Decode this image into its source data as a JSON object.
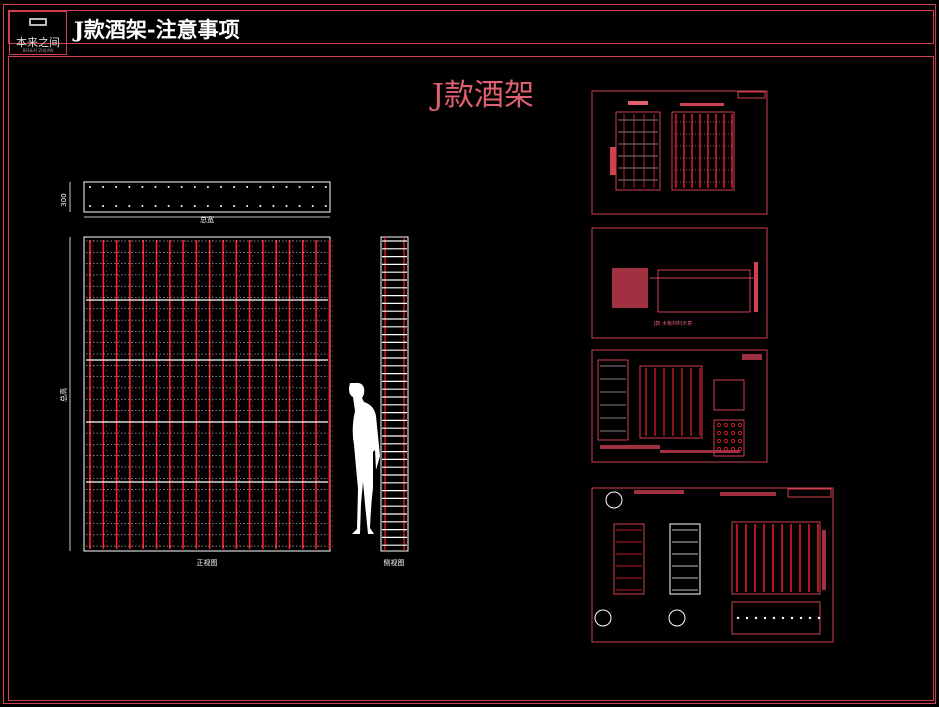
{
  "logo": {
    "name": "本来之间",
    "sub": "BENLAI ZHIJIAN"
  },
  "header": {
    "title": "J款酒架-注意事项"
  },
  "drawing": {
    "main_title": "J款酒架",
    "top_view_dim": "300",
    "width_dim": "总宽",
    "height_dim": "总高",
    "front_label": "正视图",
    "side_label": "侧视图",
    "thumb2_label": "J款   木板材料示意"
  },
  "colors": {
    "line": "#d04050",
    "accent": "#ff2030",
    "white": "#ffffff",
    "bg": "#000000"
  }
}
